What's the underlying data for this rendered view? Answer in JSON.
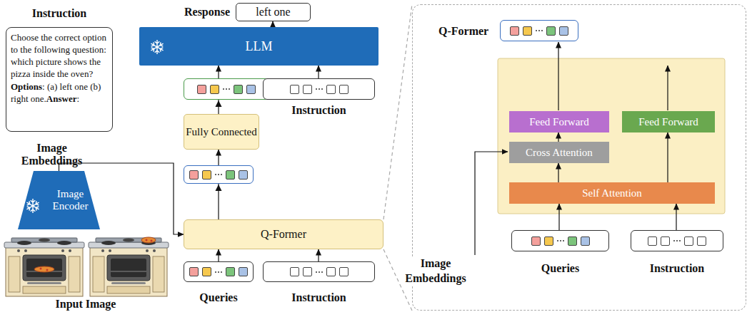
{
  "diagram": {
    "nodes": [
      {
        "text": [
          "Instruction",
          "Choose the correct option to the following question: which picture shows the pizza inside the oven?",
          "Options",
          ": (a) left one (b) right one.",
          "Answer",
          ":"
        ]
      },
      {
        "text": [
          "Image Encoder"
        ]
      },
      {
        "text": [
          "Response",
          "left one"
        ]
      },
      {
        "text": [
          "LLM"
        ]
      },
      {
        "text": [
          "Instruction"
        ]
      },
      {
        "text": [
          "Fully Connected"
        ]
      },
      {
        "text": [
          "Q-Former"
        ]
      },
      {
        "text": [
          "Queries"
        ]
      },
      {
        "text": [
          "Instruction"
        ]
      },
      {
        "text": [
          "Q-Former"
        ]
      },
      {
        "text": [
          "Feed Forward"
        ],
        "in": 9
      },
      {
        "text": [
          "Feed Forward"
        ],
        "in": 9
      },
      {
        "text": [
          "Cross Attention"
        ],
        "in": 9
      },
      {
        "text": [
          "Self Attention"
        ],
        "in": 9
      },
      {
        "text": [
          "Queries"
        ],
        "in": 9
      },
      {
        "text": [
          "Instruction"
        ],
        "in": 9
      }
    ],
    "edges": [
      {
        "from": 3,
        "to": 2,
        "arrow": "to"
      },
      {
        "from": 4,
        "to": 3,
        "arrow": "to"
      },
      {
        "from": 5,
        "to": 3,
        "arrow": "to"
      },
      {
        "from": 6,
        "to": 5,
        "arrow": "to"
      },
      {
        "from": 7,
        "to": 6,
        "arrow": "to"
      },
      {
        "from": 8,
        "to": 6,
        "arrow": "to"
      },
      {
        "from": 1,
        "to": 6,
        "arrow": "to"
      },
      {
        "from": 6,
        "to": 9,
        "arrow": "none"
      },
      {
        "from": 6,
        "to": 9,
        "arrow": "none"
      },
      {
        "from": 14,
        "to": 13,
        "arrow": "to"
      },
      {
        "from": 15,
        "to": 13,
        "arrow": "to"
      },
      {
        "from": 13,
        "to": 12,
        "arrow": "to"
      },
      {
        "from": 13,
        "to": 11,
        "arrow": "to"
      },
      {
        "from": 12,
        "to": 10,
        "arrow": "to"
      }
    ],
    "labels": [
      "Image Embeddings",
      "Input Image",
      "Image Embeddings"
    ]
  }
}
